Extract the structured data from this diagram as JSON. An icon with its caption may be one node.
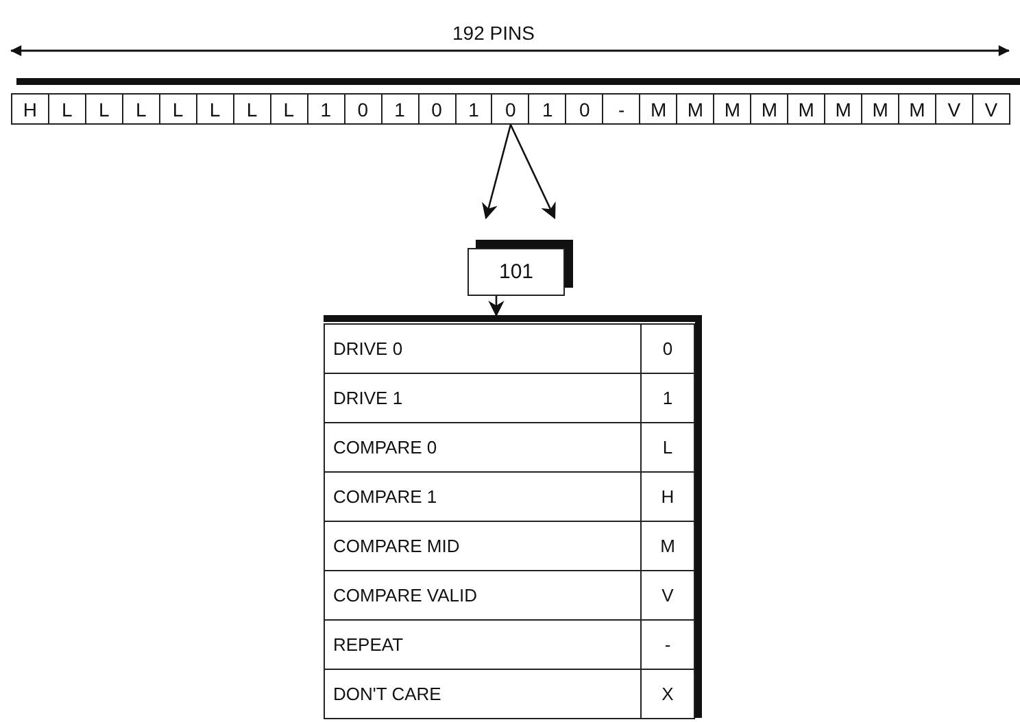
{
  "diagram": {
    "nodes": [
      {
        "text": [
          "H"
        ]
      },
      {
        "text": [
          "L"
        ]
      },
      {
        "text": [
          "L"
        ]
      },
      {
        "text": [
          "L"
        ]
      },
      {
        "text": [
          "L"
        ]
      },
      {
        "text": [
          "L"
        ]
      },
      {
        "text": [
          "L"
        ]
      },
      {
        "text": [
          "L"
        ]
      },
      {
        "text": [
          "1"
        ]
      },
      {
        "text": [
          "0"
        ]
      },
      {
        "text": [
          "1"
        ]
      },
      {
        "text": [
          "0"
        ]
      },
      {
        "text": [
          "1"
        ]
      },
      {
        "text": [
          "0"
        ]
      },
      {
        "text": [
          "1"
        ]
      },
      {
        "text": [
          "0"
        ]
      },
      {
        "text": [
          "-"
        ]
      },
      {
        "text": [
          "M"
        ]
      },
      {
        "text": [
          "M"
        ]
      },
      {
        "text": [
          "M"
        ]
      },
      {
        "text": [
          "M"
        ]
      },
      {
        "text": [
          "M"
        ]
      },
      {
        "text": [
          "M"
        ]
      },
      {
        "text": [
          "M"
        ]
      },
      {
        "text": [
          "M"
        ]
      },
      {
        "text": [
          "V"
        ]
      },
      {
        "text": [
          "V"
        ]
      },
      {
        "text": [
          "101"
        ]
      },
      {
        "text": [],
        "shape": "box"
      },
      {
        "text": [
          "DRIVE 0",
          "0"
        ],
        "in": 28
      },
      {
        "text": [
          "DRIVE 1",
          "1"
        ],
        "in": 28
      },
      {
        "text": [
          "COMPARE 0",
          "L"
        ],
        "in": 28
      },
      {
        "text": [
          "COMPARE 1",
          "H"
        ],
        "in": 28
      },
      {
        "text": [
          "COMPARE MID",
          "M"
        ],
        "in": 28
      },
      {
        "text": [
          "COMPARE VALID",
          "V"
        ],
        "in": 28
      },
      {
        "text": [
          "REPEAT",
          "-"
        ],
        "in": 28
      },
      {
        "text": [
          "DON'T CARE",
          "X"
        ],
        "in": 28
      }
    ],
    "edges": [
      {
        "from": 13,
        "to": 27,
        "arrow": "to"
      },
      {
        "from": 13,
        "to": 27,
        "arrow": "to"
      },
      {
        "from": 27,
        "to": 28,
        "arrow": "to"
      }
    ],
    "labels": [
      "192 PINS"
    ]
  }
}
